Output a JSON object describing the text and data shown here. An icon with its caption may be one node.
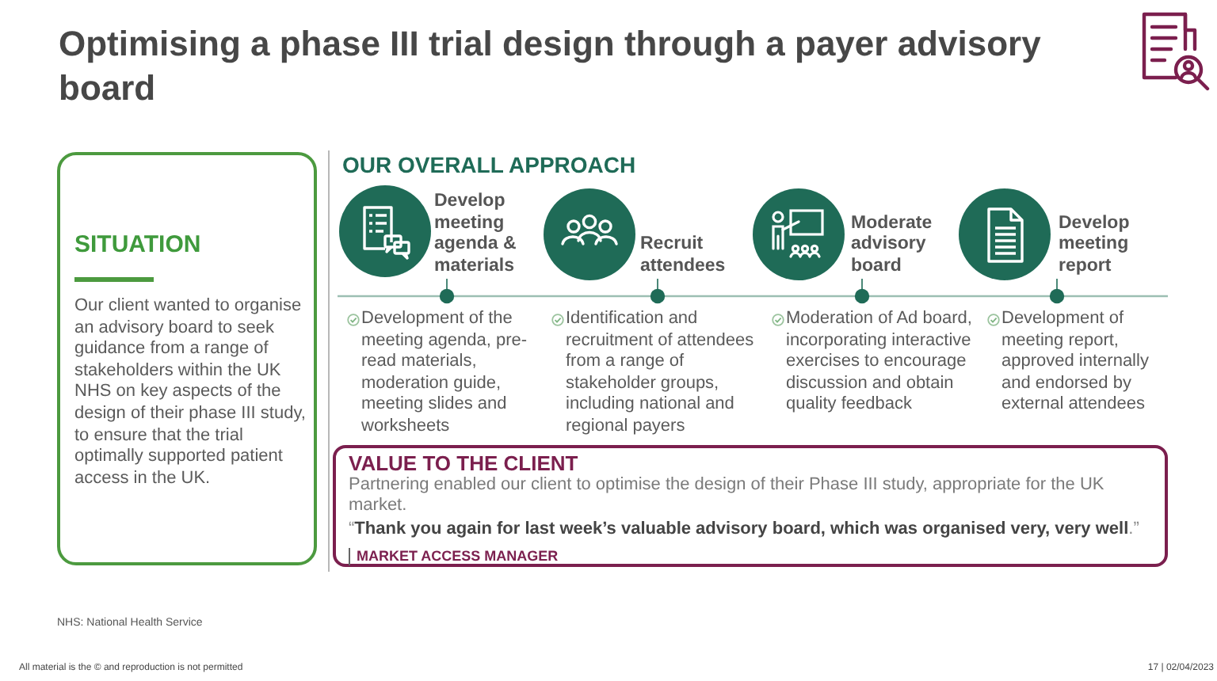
{
  "diagram": {
    "title": "Optimising a phase III trial design through a payer advisory board",
    "nodes": [
      {
        "text": [
          "SITUATION",
          "Our client wanted to organise an advisory board to seek guidance from a range of stakeholders within the UK NHS on key aspects of the design of their phase III study, to ensure that the trial optimally supported patient access in the UK."
        ]
      },
      {
        "text": [
          "Develop meeting agenda & materials"
        ],
        "beside": [
          "Development of the meeting agenda, pre-read materials, moderation guide, meeting slides and worksheets"
        ]
      },
      {
        "text": [
          "Recruit attendees"
        ],
        "beside": [
          "Identification and recruitment of attendees from a range of stakeholder groups, including national and regional payers"
        ]
      },
      {
        "text": [
          "Moderate advisory board"
        ],
        "beside": [
          "Moderation of Ad board, incorporating interactive exercises to encourage discussion and obtain quality feedback"
        ]
      },
      {
        "text": [
          "Develop meeting report"
        ],
        "beside": [
          "Development of meeting report, approved internally and endorsed by external attendees"
        ]
      },
      {
        "text": [
          "VALUE TO THE CLIENT",
          "Partnering enabled our client to optimise the design of their Phase III study, appropriate for the UK market.",
          "“**Thank you again for last week’s valuable advisory board, which was organised very, very well**.”",
          "MARKET ACCESS MANAGER"
        ]
      }
    ],
    "labels": [
      "OUR OVERALL APPROACH",
      "NHS: National Health Service",
      "All material is the © and reproduction is not permitted",
      "17 | 02/04/2023"
    ]
  }
}
